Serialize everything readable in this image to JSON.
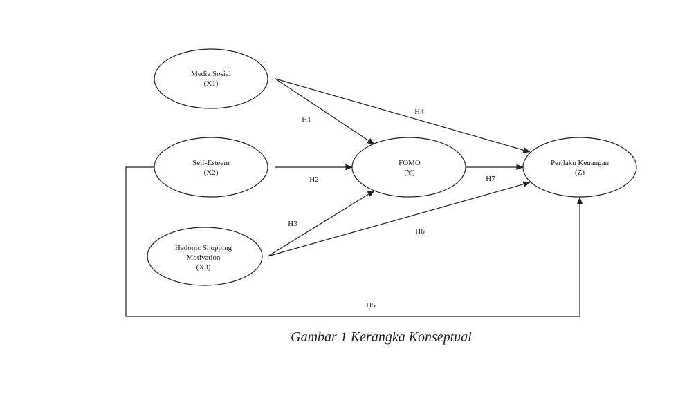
{
  "nodes": {
    "x1": {
      "line1": "Media Sosial",
      "line2": "(X1)"
    },
    "x2": {
      "line1": "Self-Esteem",
      "line2": "(X2)"
    },
    "x3": {
      "line1": "Hedonic Shopping",
      "line2": "Motivation",
      "line3": "(X3)"
    },
    "y": {
      "line1": "FOMO",
      "line2": "(Y)"
    },
    "z": {
      "line1": "Perilaku Keuangan",
      "line2": "(Z)"
    }
  },
  "edges": {
    "h1": "H1",
    "h2": "H2",
    "h3": "H3",
    "h4": "H4",
    "h5": "H5",
    "h6": "H6",
    "h7": "H7"
  },
  "caption": "Gambar 1 Kerangka Konseptual"
}
